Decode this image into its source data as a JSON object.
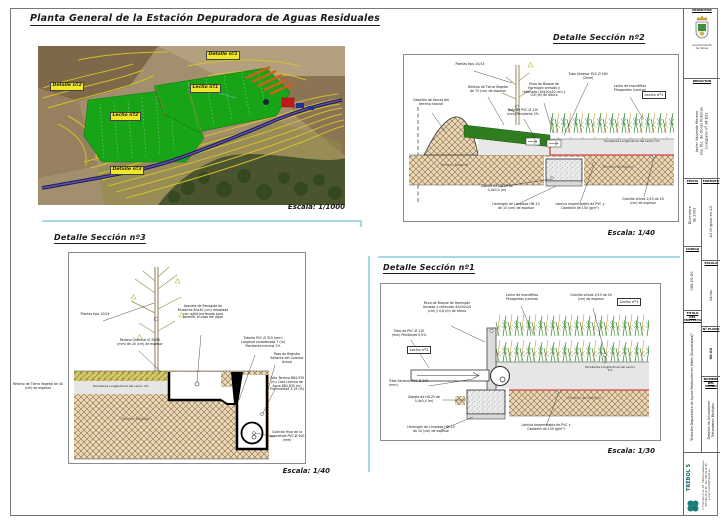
{
  "panels": {
    "planta": {
      "title": "Planta General de la Estación Depuradora de Aguas Residuales",
      "escala": "Escala: 1/1000",
      "labels": {
        "detalle1": "Detalle nº1",
        "detalle2": "Detalle nº2",
        "detalle3": "Detalle nº3",
        "lecho1": "Lecho nº1",
        "lecho2": "Lecho nº2"
      }
    },
    "seccion2": {
      "title": "Detalle Sección nº2",
      "escala": "Escala: 1/40",
      "bed_tag": "Lecho nº1",
      "terrain_left": "Terreno Natural",
      "terrain_right": "Terreno de Apoyo",
      "pendiente": "Pendiente Longitudinal del Lecho 1%",
      "ann": {
        "plantas": "Plantas tipo 10/14",
        "caballon": "Caballón de tierras del terreno natural",
        "relleno_tv": "Relleno de Tierra Vegetal de 70 (cm) de espesor",
        "bote": "Bote de PVC Ø 110 (mm) Pendiente 2%",
        "muro": "Muro de Bloque de Hormigón armado y rellenado (40x20x20 cm) y 0,8 (m) de altura",
        "tubo": "Tubo Sanecor PVC Ø 160 (2mm)",
        "macrofitas": "Lecho de macrófitas Phragmites (carrizo)",
        "zapata": "Zapata de HA-25 de 0,4x0,4 (m)",
        "hormigon": "Hormigón de Limpieza HM-10 de 10 (cm) de espesor",
        "lamina": "Lámina impermeable de PVC y Geotextil de 150 (g/m²)",
        "gravilla": "Gravilla silícea 2/10 de 40 (cm) de espesor"
      }
    },
    "seccion3": {
      "title": "Detalle Sección nº3",
      "escala": "Escala: 1/40",
      "terrain": "Terreno Regular",
      "pendiente": "Pendiente Longitudinal del Lecho 2%",
      "ann": {
        "plantas": "Plantas tipo 10/14",
        "relleno_tv": "Relleno de Tierra Vegetal de 40 (cm) de espesor",
        "relleno_gran": "Relleno Granular Ø 40/80 (mm) de 20 (cm) de espesor",
        "arqueta": "Arqueta de Recogida de Muestras 40x40 (cm) rematada con rejilla perforada para permitir el paso del agua",
        "tuberia": "Tubería PVC Ø 315 (mm) Longitud considerada 7 (m) Pendiente mínima 1%",
        "pozo": "Pozo de Registro Saltante del Colector Actual",
        "cotas": "Cota Terreno 884,935 (m) Cota Lámina de Agua 884,835 (m) Profundidad 3,19 (m)",
        "colector": "Colector final de la acometida PVC Ø 400 (mm)"
      }
    },
    "seccion1": {
      "title": "Detalle Sección nº1",
      "escala": "Escala: 1/30",
      "tag_lecho1": "Lecho nº1",
      "tag_lecho2": "Lecho nº2",
      "terrain": "Terreno de Relleno",
      "pendiente": "Pendiente Longitudinal del Lecho 1%",
      "ann": {
        "muro": "Muro de Bloque de Hormigón Armado y rellenado 40x20x20 (cm) y 0,8 (m) de altura",
        "tubo110": "Tubo de PVC Ø 110 (mm) Pendiente 0,5%",
        "macrofitas": "Lecho de macrófitas Phragmites (carrizo)",
        "gravilla": "Gravilla silícea 2/10 de 40 (cm) de espesor",
        "sanecor": "Tubo Sanecor PVC Ø 200 (mm)",
        "zapata": "Zapata de HA-25 de 0,4x0,4 (m)",
        "hormigon": "Hormigón de Limpieza HM-10 de 10 (cm) de espesor",
        "lamina": "Lámina impermeable de PVC y Geotextil de 150 (g/m²)"
      }
    }
  },
  "titleblock": {
    "promotor_header": "PROMOTOR",
    "promotor_name": "Ayuntamiento\nde Yebes",
    "redactor_header": "REDACTOR",
    "redactor_name": "Javier Valverde Moreno\nIng. Téc. de Obras Públicas\nColegiado nº 14.832",
    "fecha_header": "FECHA",
    "fecha": "Diciembre\nde 2009",
    "codigo_header": "CÓDIGO",
    "codigo": "085-09-OC",
    "titulo_header": "TÍTULO DEL\nPROYECTO",
    "titulo": "\"Estación Depuradora de Aguas Residuales en Yebes (Guadalajara)\"",
    "formato_header": "FORMATO",
    "formato": "A3 Original en A3",
    "escala_header": "ESCALA",
    "escala": "Varias",
    "plano_header": "Nº PLANO",
    "plano": "06.04",
    "nombre_header": "NOMBRE\nDEL PLANO",
    "nombre": "Detalles de Actuaciones\nTratamiento Biológico",
    "firma": "TRÉBOL 5",
    "firma_dir": "C/ Francisco Aritio, 92 · 19004 Guadalajara\nTelf: 949 20 20 48 · Fax: 949 20 20 49\ne-mail: trebol5@trebol5.es"
  }
}
